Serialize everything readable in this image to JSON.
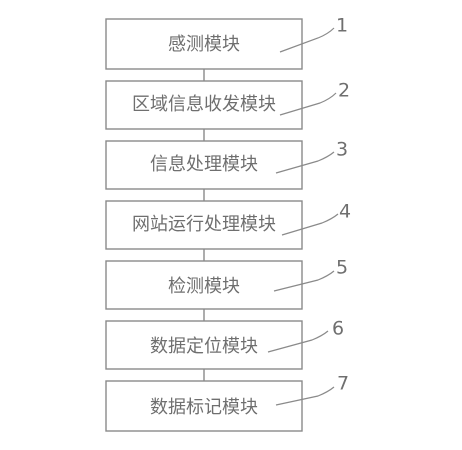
{
  "modules": [
    {
      "label": "感测模块",
      "number": "1"
    },
    {
      "label": "区域信息收发模块",
      "number": "2"
    },
    {
      "label": "信息处理模块",
      "number": "3"
    },
    {
      "label": "网站运行处理模块",
      "number": "4"
    },
    {
      "label": "检测模块",
      "number": "5"
    },
    {
      "label": "数据定位模块",
      "number": "6"
    },
    {
      "label": "数据标记模块",
      "number": "7"
    }
  ]
}
